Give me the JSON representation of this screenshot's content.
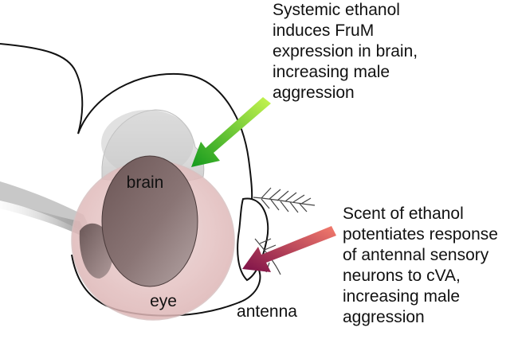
{
  "labels": {
    "brain": "brain",
    "eye": "eye",
    "antenna": "antenna"
  },
  "annotations": {
    "systemic": [
      "Systemic ethanol",
      "induces FruM",
      "expression in brain,",
      "increasing male",
      "aggression"
    ],
    "scent": [
      "Scent of ethanol",
      "potentiates response",
      "of antennal sensory",
      "neurons to cVA,",
      "increasing male",
      "aggression"
    ]
  },
  "colors": {
    "green_arrow": "#1a9a1a",
    "green_arrow_tail": "#b8f040",
    "magenta_arrow": "#8a1450",
    "magenta_arrow_tail": "#f07070",
    "eye_fill": "#e8c8c8",
    "outline": "#111111"
  }
}
